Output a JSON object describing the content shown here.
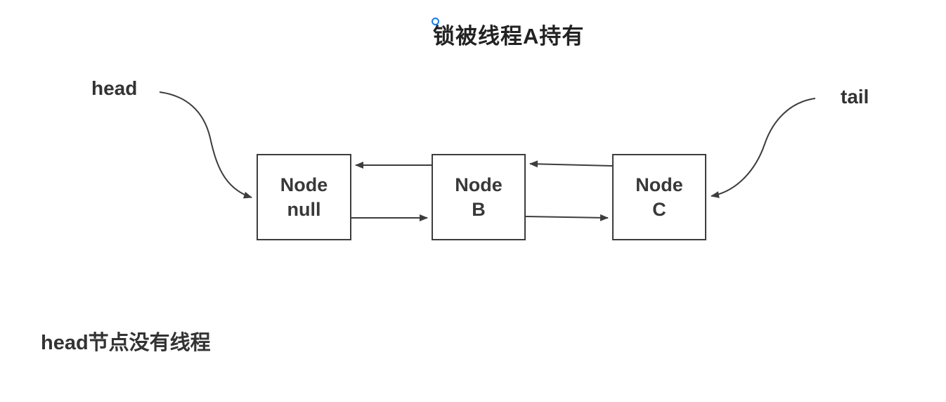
{
  "title": "锁被线程A持有",
  "labels": {
    "head": "head",
    "tail": "tail"
  },
  "nodes": [
    {
      "id": "node-null",
      "line1": "Node",
      "line2": "null"
    },
    {
      "id": "node-b",
      "line1": "Node",
      "line2": "B"
    },
    {
      "id": "node-c",
      "line1": "Node",
      "line2": "C"
    }
  ],
  "caption": "head节点没有线程",
  "icons": {
    "selection_handle_icon": "○"
  },
  "colors": {
    "background": "#ffffff",
    "line": "#3d3d3d",
    "box_border": "#3d3d3d",
    "text": "#333333",
    "title_text": "#222222",
    "selection_handle": "#1a7af8"
  }
}
